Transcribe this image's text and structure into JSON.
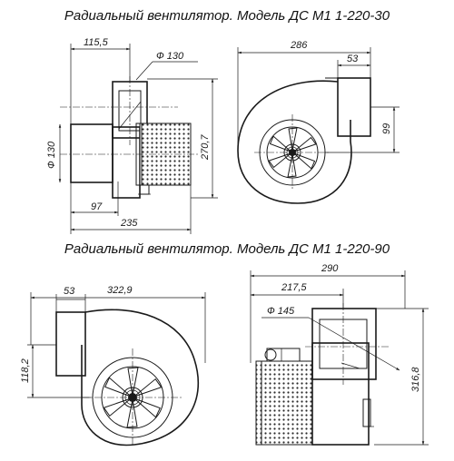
{
  "titles": {
    "top": "Радиальный вентилятор. Модель ДС М1 1-220-30",
    "bottom": "Радиальный вентилятор. Модель ДС М1 1-220-90"
  },
  "dimensions_top": {
    "outlet_offset": "115,5",
    "outlet_diameter": "Ф 130",
    "inlet_diameter": "Ф 130",
    "height": "270,7",
    "motor_offset": "97",
    "length": "235",
    "width": "286",
    "outlet_width": "53",
    "outlet_height": "99"
  },
  "dimensions_bottom": {
    "width": "322,9",
    "outlet_width": "53",
    "outlet_height": "118,2",
    "side_width": "290",
    "side_offset": "217,5",
    "outlet_diameter": "Ф 145",
    "height": "316,8"
  },
  "colors": {
    "line": "#1a1a1a",
    "background": "#ffffff"
  }
}
